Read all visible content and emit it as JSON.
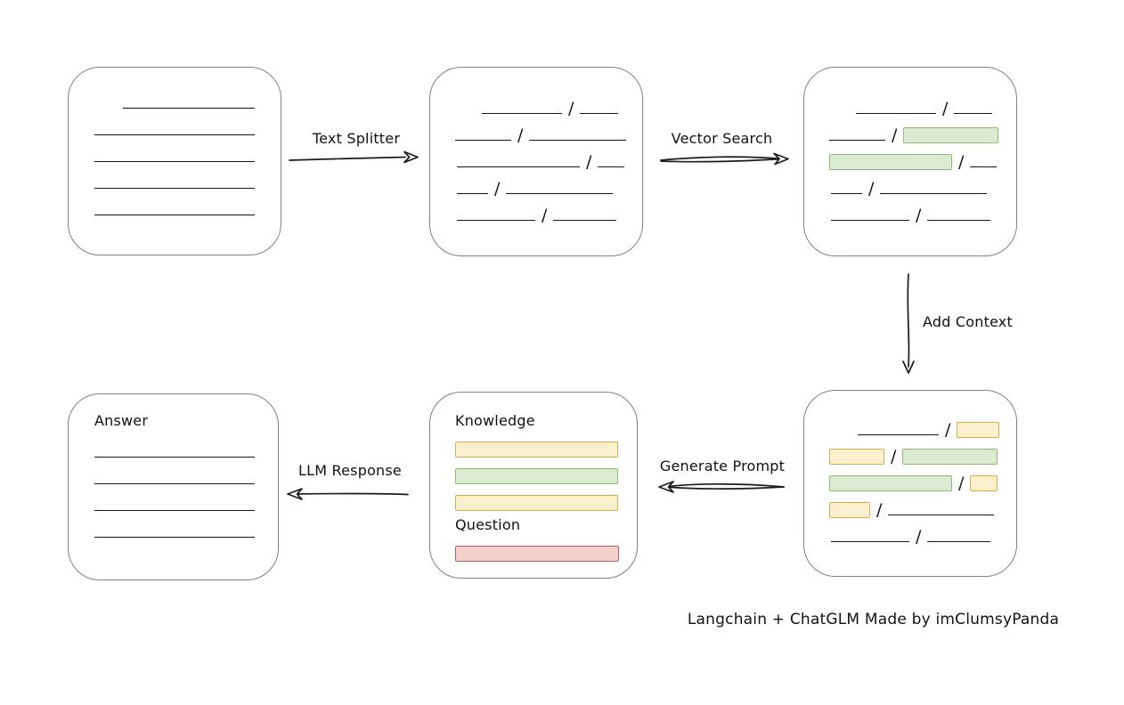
{
  "caption": "Langchain + ChatGLM Made by imClumsyPanda",
  "colors": {
    "background": "#ffffff",
    "box_border": "#818181",
    "line": "#161616",
    "green_fill": "#dcead2",
    "green_border": "#8fba78",
    "yellow_fill": "#fbf0ce",
    "yellow_border": "#d4ac49",
    "red_fill": "#f5d1ce",
    "red_border": "#c05c57"
  },
  "arrows": [
    {
      "id": "text-splitter",
      "label": "Text Splitter",
      "direction": "right"
    },
    {
      "id": "vector-search",
      "label": "Vector Search",
      "direction": "right"
    },
    {
      "id": "add-context",
      "label": "Add Context",
      "direction": "down"
    },
    {
      "id": "generate-prompt",
      "label": "Generate Prompt",
      "direction": "left"
    },
    {
      "id": "llm-response",
      "label": "LLM Response",
      "direction": "left"
    }
  ],
  "boxes": {
    "source_document": {
      "rows": [
        {
          "indent": 61,
          "segments": [
            {
              "type": "line",
              "width": 148
            }
          ]
        },
        {
          "indent": 29,
          "segments": [
            {
              "type": "line",
              "width": 180
            }
          ]
        },
        {
          "indent": 29,
          "segments": [
            {
              "type": "line",
              "width": 180
            }
          ]
        },
        {
          "indent": 29,
          "segments": [
            {
              "type": "line",
              "width": 180
            }
          ]
        },
        {
          "indent": 29,
          "segments": [
            {
              "type": "line",
              "width": 180
            }
          ]
        }
      ]
    },
    "split_text": {
      "rows": [
        {
          "indent": 58,
          "segments": [
            {
              "type": "line",
              "width": 90
            },
            {
              "type": "slash"
            },
            {
              "type": "line",
              "width": 43
            }
          ]
        },
        {
          "indent": 28,
          "segments": [
            {
              "type": "line",
              "width": 63
            },
            {
              "type": "slash"
            },
            {
              "type": "line",
              "width": 109
            }
          ]
        },
        {
          "indent": 30,
          "segments": [
            {
              "type": "line",
              "width": 138
            },
            {
              "type": "slash"
            },
            {
              "type": "line",
              "width": 30
            }
          ]
        },
        {
          "indent": 30,
          "segments": [
            {
              "type": "line",
              "width": 35
            },
            {
              "type": "slash"
            },
            {
              "type": "line",
              "width": 120
            }
          ]
        },
        {
          "indent": 30,
          "segments": [
            {
              "type": "line",
              "width": 88
            },
            {
              "type": "slash"
            },
            {
              "type": "line",
              "width": 71
            }
          ]
        }
      ]
    },
    "vector_matches": {
      "rows": [
        {
          "indent": 58,
          "segments": [
            {
              "type": "line",
              "width": 90
            },
            {
              "type": "slash"
            },
            {
              "type": "line",
              "width": 43
            }
          ]
        },
        {
          "indent": 28,
          "segments": [
            {
              "type": "line",
              "width": 63
            },
            {
              "type": "slash"
            },
            {
              "type": "chip-green",
              "width": 107
            }
          ]
        },
        {
          "indent": 28,
          "segments": [
            {
              "type": "chip-green",
              "width": 138
            },
            {
              "type": "slash"
            },
            {
              "type": "line",
              "width": 30
            }
          ]
        },
        {
          "indent": 30,
          "segments": [
            {
              "type": "line",
              "width": 35
            },
            {
              "type": "slash"
            },
            {
              "type": "line",
              "width": 120
            }
          ]
        },
        {
          "indent": 30,
          "segments": [
            {
              "type": "line",
              "width": 88
            },
            {
              "type": "slash"
            },
            {
              "type": "line",
              "width": 71
            }
          ]
        }
      ]
    },
    "context_chunks": {
      "rows": [
        {
          "indent": 60,
          "segments": [
            {
              "type": "line",
              "width": 91
            },
            {
              "type": "slash"
            },
            {
              "type": "chip-yellow",
              "width": 48
            }
          ]
        },
        {
          "indent": 28,
          "segments": [
            {
              "type": "chip-yellow",
              "width": 62
            },
            {
              "type": "slash"
            },
            {
              "type": "chip-green",
              "width": 107
            }
          ]
        },
        {
          "indent": 28,
          "segments": [
            {
              "type": "chip-green",
              "width": 138
            },
            {
              "type": "slash"
            },
            {
              "type": "chip-yellow",
              "width": 31
            }
          ]
        },
        {
          "indent": 28,
          "segments": [
            {
              "type": "chip-yellow",
              "width": 46
            },
            {
              "type": "slash"
            },
            {
              "type": "line",
              "width": 119
            }
          ]
        },
        {
          "indent": 30,
          "segments": [
            {
              "type": "line",
              "width": 88
            },
            {
              "type": "slash"
            },
            {
              "type": "line",
              "width": 71
            }
          ]
        }
      ]
    },
    "prompt": {
      "knowledge_label": "Knowledge",
      "question_label": "Question",
      "knowledge_rows": [
        {
          "indent": 0,
          "segments": [
            {
              "type": "chip-yellow",
              "width": 183
            }
          ]
        },
        {
          "indent": 0,
          "segments": [
            {
              "type": "chip-green",
              "width": 183
            }
          ]
        },
        {
          "indent": 0,
          "segments": [
            {
              "type": "chip-yellow",
              "width": 183
            }
          ]
        }
      ],
      "question_rows": [
        {
          "indent": 0,
          "segments": [
            {
              "type": "chip-red",
              "width": 184
            }
          ]
        }
      ]
    },
    "answer": {
      "label": "Answer",
      "rows": [
        {
          "indent": 0,
          "segments": [
            {
              "type": "line",
              "width": 180
            }
          ]
        },
        {
          "indent": 0,
          "segments": [
            {
              "type": "line",
              "width": 180
            }
          ]
        },
        {
          "indent": 0,
          "segments": [
            {
              "type": "line",
              "width": 180
            }
          ]
        },
        {
          "indent": 0,
          "segments": [
            {
              "type": "line",
              "width": 180
            }
          ]
        }
      ]
    }
  }
}
